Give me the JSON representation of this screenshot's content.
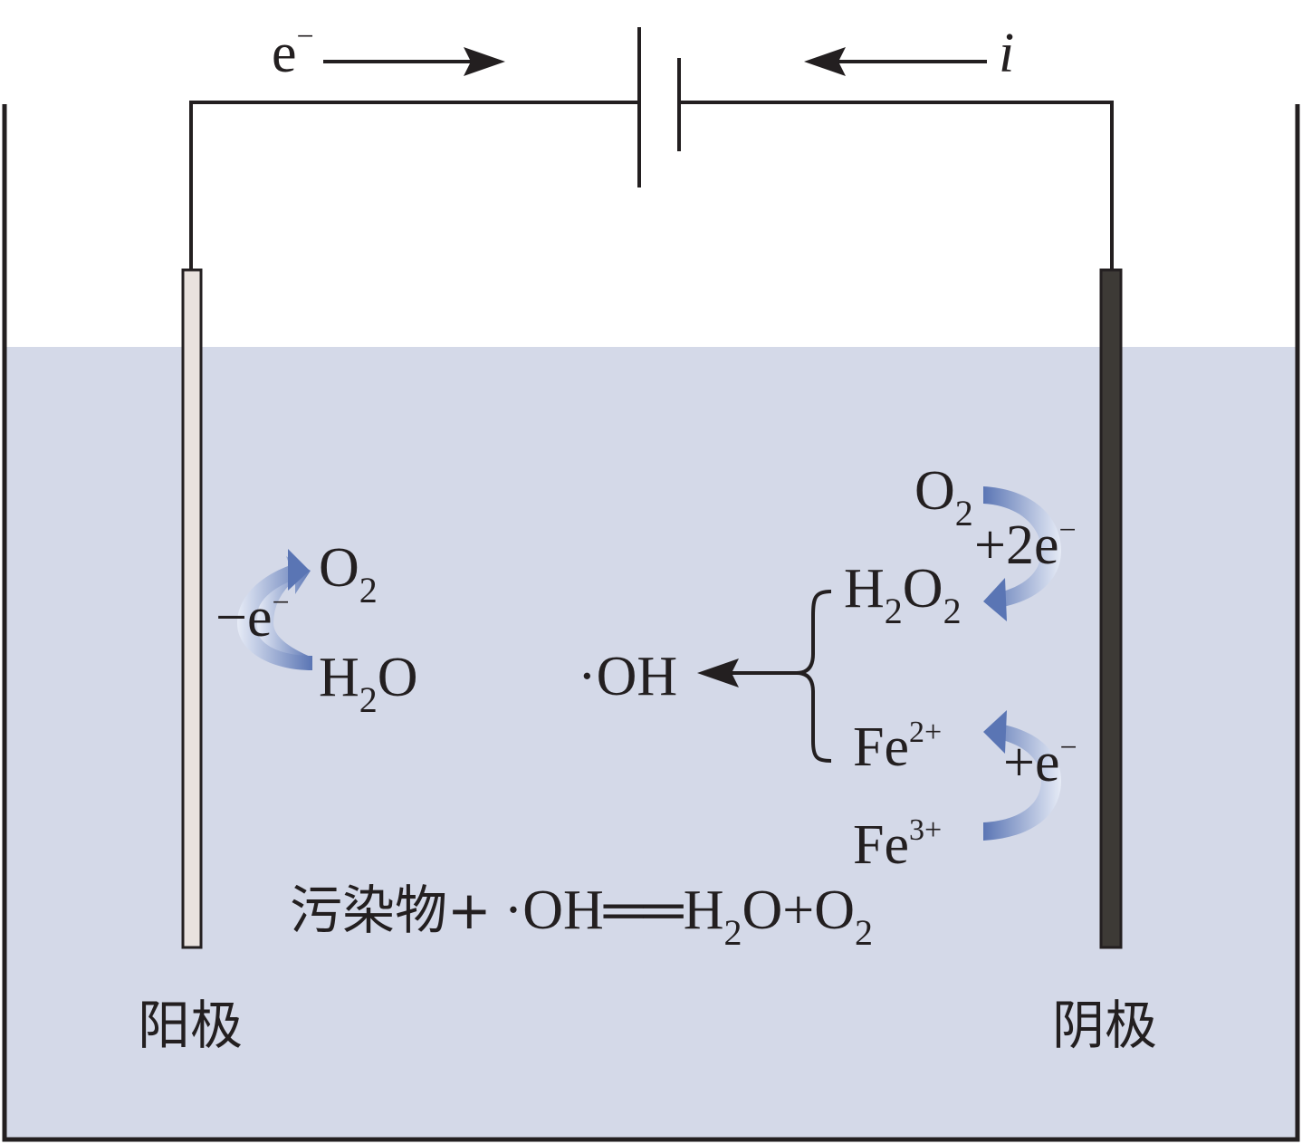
{
  "colors": {
    "electrolyte": "#d4d9e8",
    "anode_fill": "#e9e2de",
    "cathode_fill": "#3d3a36",
    "wire": "#231f20",
    "arrow_gradient_dark": "#5a75b4",
    "arrow_gradient_light": "#e6ebf6"
  },
  "circuit": {
    "electron_label": "e",
    "electron_sup": "−",
    "current_label": "i"
  },
  "anode": {
    "label": "阳极",
    "reaction": {
      "loss": "−e",
      "loss_sup": "−",
      "product": "O",
      "product_sub": "2",
      "reactant_a": "H",
      "reactant_sub": "2",
      "reactant_b": "O"
    }
  },
  "cathode": {
    "label": "阴极",
    "oxygen": {
      "base": "O",
      "sub": "2"
    },
    "oxygen_gain": {
      "text": "+2e",
      "sup": "−"
    },
    "peroxide": {
      "a": "H",
      "sub1": "2",
      "b": "O",
      "sub2": "2"
    },
    "ferrous": {
      "base": "Fe",
      "sup": "2+"
    },
    "ferric_gain": {
      "text": "+e",
      "sup": "−"
    },
    "ferric": {
      "base": "Fe",
      "sup": "3+"
    }
  },
  "radical": {
    "dot": "·",
    "text": "OH"
  },
  "equation": {
    "pollutant": "污染物+",
    "dot": "·",
    "radical": "OH",
    "equals": "══",
    "water_a": "H",
    "water_sub": "2",
    "water_b": "O+O",
    "oxygen_sub": "2"
  }
}
